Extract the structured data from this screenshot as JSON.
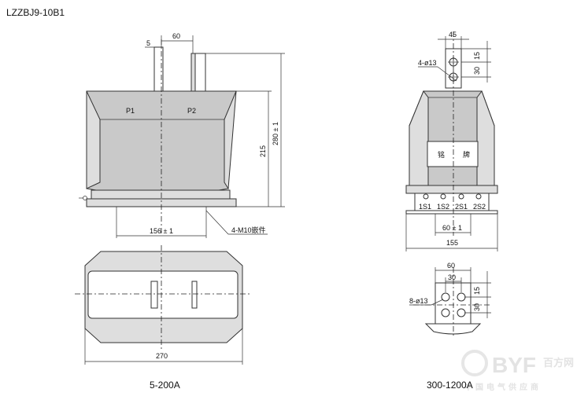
{
  "title": "LZZBJ9-10B1",
  "left_view": {
    "caption": "5-200A",
    "labels": {
      "p1": "P1",
      "p2": "P2",
      "dim_5": "5",
      "dim_60": "60",
      "dim_215": "215",
      "dim_280": "280 ± 1",
      "dim_156": "156 ± 1",
      "insert": "4-M10嵌件",
      "dim_270": "270"
    }
  },
  "right_view": {
    "caption": "300-1200A",
    "labels": {
      "dim_45": "45",
      "hole_top": "4-ø13",
      "dim_15_top": "15",
      "dim_30_top": "30",
      "nameplate_left": "铭",
      "nameplate_right": "牌",
      "terminals": [
        "1S1",
        "1S2",
        "2S1",
        "2S2"
      ],
      "dim_60_1": "60 ± 1",
      "dim_155": "155",
      "dim_60_bot": "60",
      "dim_30_bot": "30",
      "dim_15_bot": "15",
      "hole_bot": "8-ø13",
      "dim_30_side": "30"
    }
  },
  "watermark": {
    "brand": "BYF",
    "brand_cn": "百方网",
    "tagline": "中国电气供应商"
  }
}
